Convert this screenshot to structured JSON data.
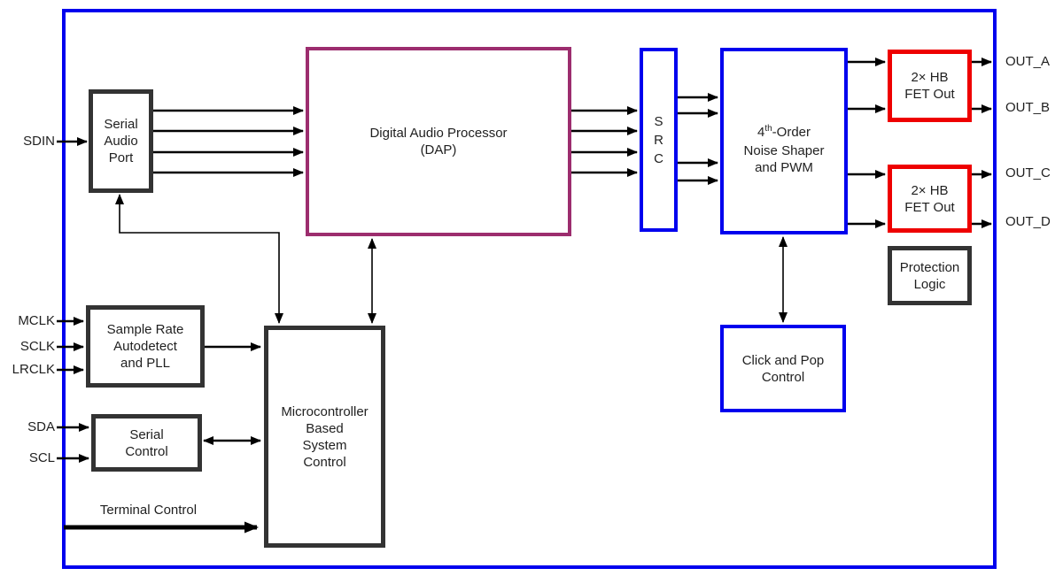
{
  "colors": {
    "blue": "#0000ee",
    "plum": "#9c2d6e",
    "red": "#ee0000",
    "dark": "#333333",
    "line": "#000000",
    "text": "#1f1f1f",
    "background": "#ffffff"
  },
  "inputs": {
    "sdin": "SDIN",
    "mclk": "MCLK",
    "sclk": "SCLK",
    "lrclk": "LRCLK",
    "sda": "SDA",
    "scl": "SCL"
  },
  "outputs": {
    "out_a": "OUT_A",
    "out_b": "OUT_B",
    "out_c": "OUT_C",
    "out_d": "OUT_D"
  },
  "blocks": {
    "serial_audio_port": "Serial\nAudio\nPort",
    "dap": "Digital Audio Processor\n(DAP)",
    "src": "S\nR\nC",
    "noise_shaper": {
      "base": "4",
      "sup": "th",
      "rest": "-Order",
      "line2": "Noise Shaper",
      "line3": "and PWM"
    },
    "fet_out_top": "2× HB\nFET Out",
    "fet_out_bottom": "2× HB\nFET Out",
    "protection_logic": "Protection\nLogic",
    "click_and_pop": "Click and Pop\nControl",
    "sample_rate": "Sample Rate\nAutodetect\nand PLL",
    "serial_control": "Serial\nControl",
    "microcontroller": "Microcontroller\nBased\nSystem\nControl"
  },
  "labels": {
    "terminal_control": "Terminal Control"
  }
}
